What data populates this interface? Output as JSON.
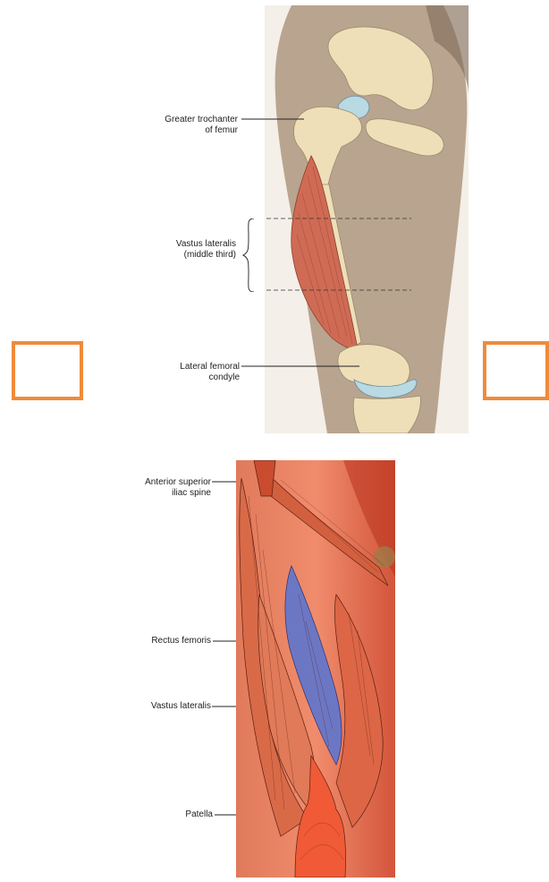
{
  "diagrams": {
    "top": {
      "labels": {
        "greater_trochanter": [
          "Greater trochanter",
          "of femur"
        ],
        "vastus_lateralis_middle": [
          "Vastus lateralis",
          "(middle third)"
        ],
        "lateral_condyle": [
          "Lateral femoral",
          "condyle"
        ]
      }
    },
    "bottom": {
      "labels": {
        "asis": [
          "Anterior superior",
          "iliac spine"
        ],
        "rectus_femoris": "Rectus femoris",
        "vastus_lateralis": "Vastus lateralis",
        "patella": "Patella"
      }
    }
  },
  "colors": {
    "skin_top": "#b9a48f",
    "bone": "#eedfb8",
    "cartilage": "#b9d9e3",
    "muscle": "#cf6b55",
    "muscle_bottom": "#d9583d",
    "rectus": "#6c77c4",
    "accent_box": "#ef8b3a"
  }
}
